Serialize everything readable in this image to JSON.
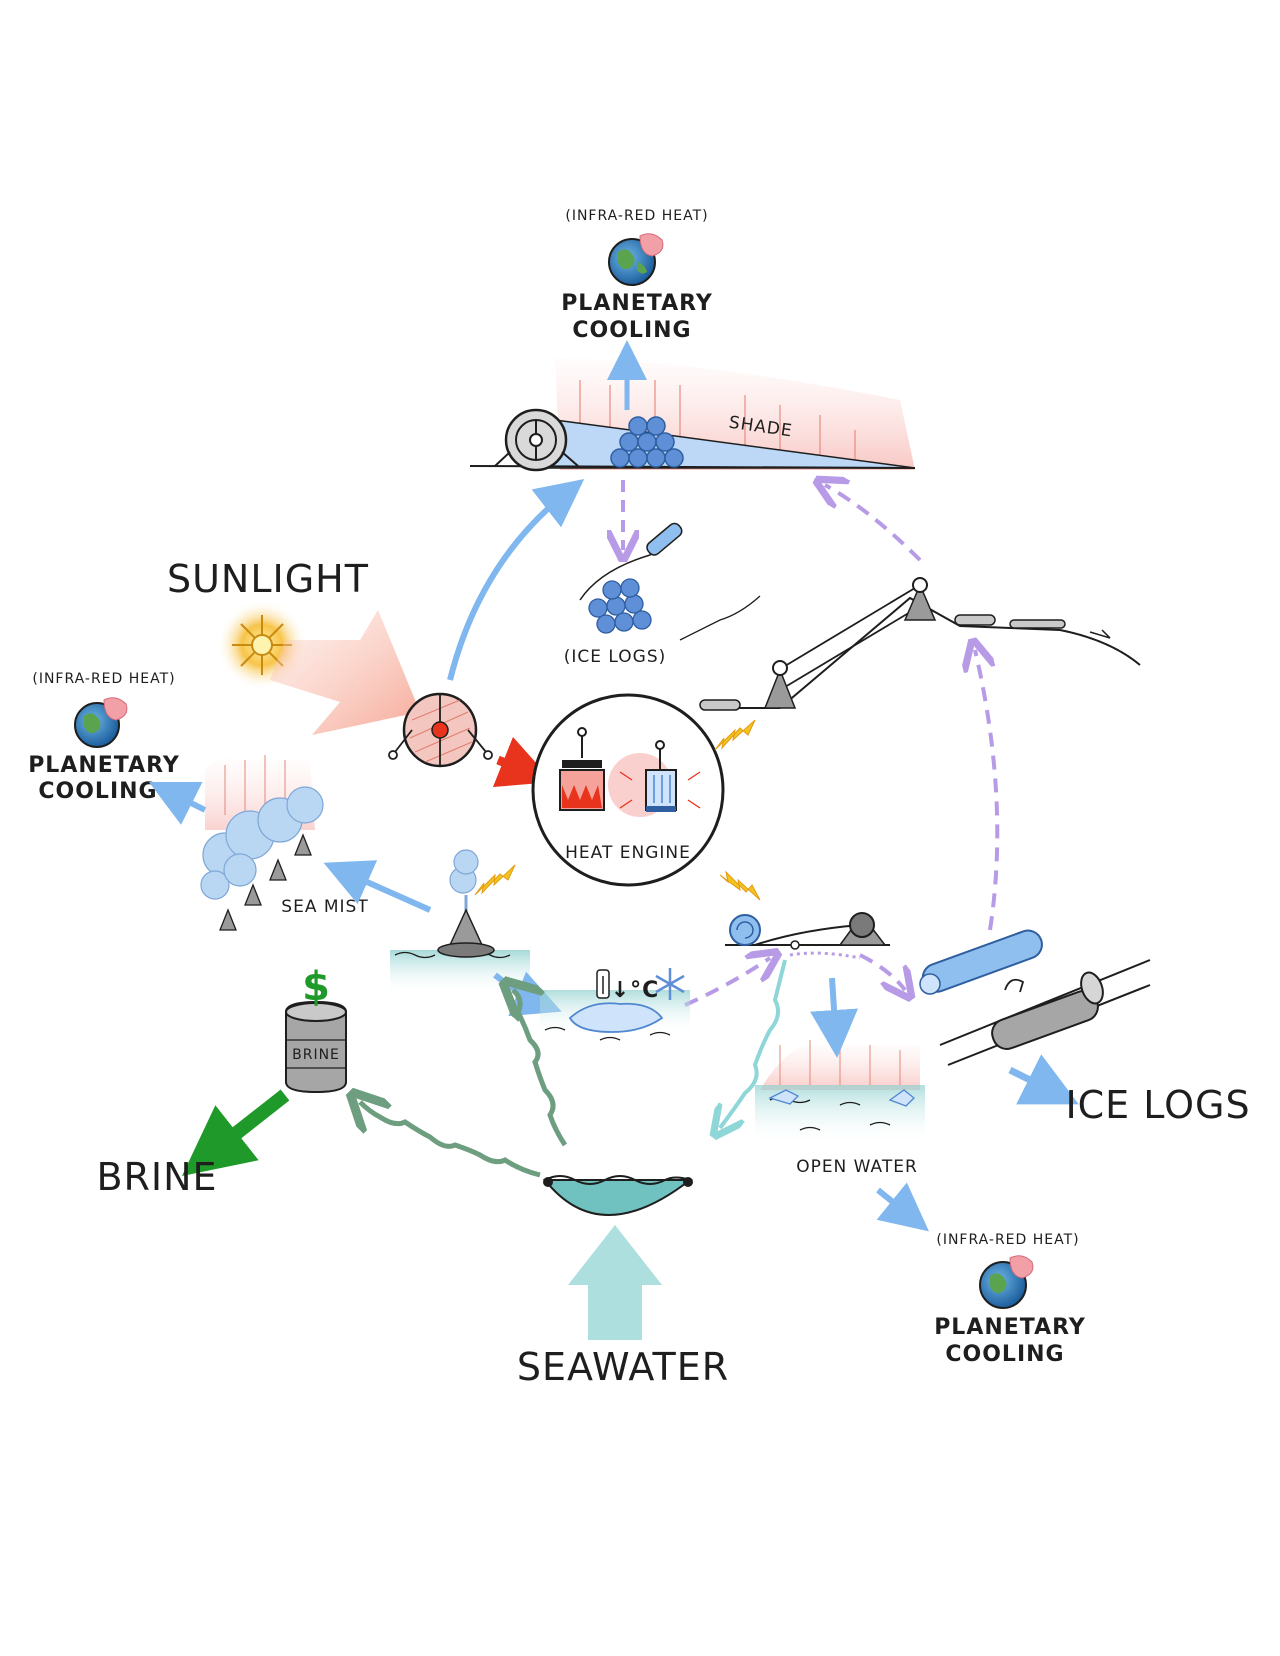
{
  "labels": {
    "sunlight": "SUNLIGHT",
    "heat_engine": "HEAT  ENGINE",
    "shade": "SHADE",
    "ice_logs_small": "(ICE LOGS)",
    "sea_mist": "SEA MIST",
    "open_water": "OPEN WATER",
    "ice_logs": "ICE  LOGS",
    "brine": "BRINE",
    "brine_barrel": "BRINE",
    "seawater": "SEAWATER",
    "temp_drop": "↓°C",
    "cooling_top": {
      "note": "(INFRA-RED HEAT)",
      "line1": "PLANETARY",
      "line2": "COOLING"
    },
    "cooling_left": {
      "note": "(INFRA-RED HEAT)",
      "line1": "PLANETARY",
      "line2": "COOLING"
    },
    "cooling_right": {
      "note": "(INFRA-RED HEAT)",
      "line1": "PLANETARY",
      "line2": "COOLING"
    }
  },
  "colors": {
    "blue_arrow": "#7fb7ee",
    "purple_dashed": "#b79be6",
    "green_wavy": "#6e9e80",
    "teal_wavy": "#8fd6d8",
    "red_arrow": "#e8341c",
    "sun_beam": "#f7a899",
    "brine_green": "#1f9a2a",
    "ice_blue": "#8fbfef",
    "heat_haze": "#f6b8b2",
    "lightning": "#f2c420"
  },
  "icons": [
    "sun-icon",
    "earth-icon",
    "heat-engine-icon",
    "buoy-icon",
    "barrel-icon",
    "snowflake-icon",
    "thermometer-icon",
    "roller-icon",
    "ice-log-icon",
    "lightning-icon"
  ]
}
